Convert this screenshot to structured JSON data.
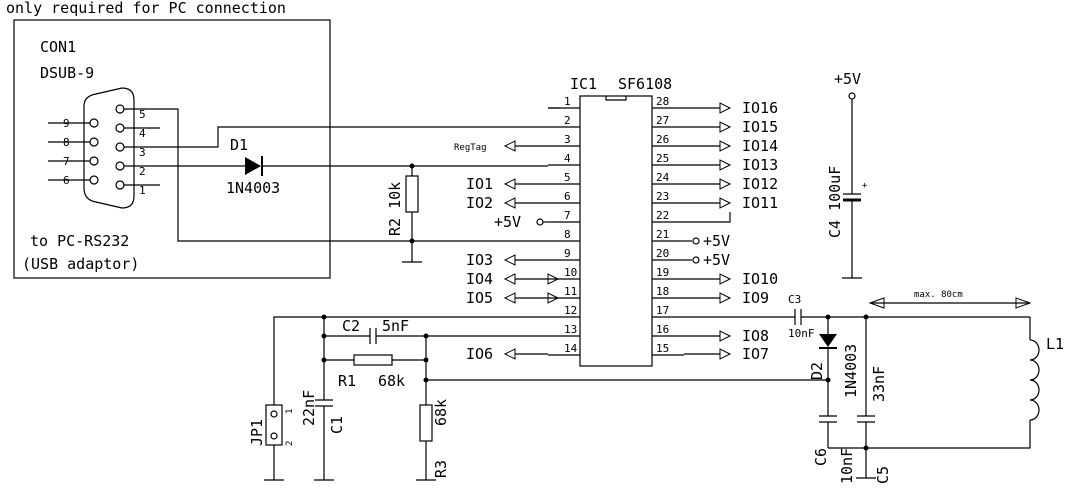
{
  "header_note": "only required for PC connection",
  "con1": {
    "ref": "CON1",
    "type": "DSUB-9",
    "pins_right": [
      "5",
      "4",
      "3",
      "2",
      "1"
    ],
    "pins_left": [
      "9",
      "8",
      "7",
      "6"
    ],
    "note_line1": "to PC-RS232",
    "note_line2": "(USB adaptor)"
  },
  "ic1": {
    "ref": "IC1",
    "part": "SF6108",
    "left_pins": [
      "1",
      "2",
      "3",
      "4",
      "5",
      "6",
      "7",
      "8",
      "9",
      "10",
      "11",
      "12",
      "13",
      "14"
    ],
    "right_pins": [
      "28",
      "27",
      "26",
      "25",
      "24",
      "23",
      "22",
      "21",
      "20",
      "19",
      "18",
      "17",
      "16",
      "15"
    ]
  },
  "signals": {
    "io16": "IO16",
    "io15": "IO15",
    "io14": "IO14",
    "io13": "IO13",
    "io12": "IO12",
    "io11": "IO11",
    "io10": "IO10",
    "io9": "IO9",
    "io8": "IO8",
    "io7": "IO7",
    "io1": "IO1",
    "io2": "IO2",
    "io3": "IO3",
    "io4": "IO4",
    "io5": "IO5",
    "io6": "IO6",
    "regtag": "RegTag",
    "vcc": "+5V"
  },
  "parts": {
    "d1_ref": "D1",
    "d1_val": "1N4003",
    "r2": "R2 10k",
    "c4": "C4 100uF",
    "c2_ref": "C2",
    "c2_val": "5nF",
    "r1_ref": "R1",
    "r1_val": "68k",
    "c1_val": "22nF",
    "c1_ref": "C1",
    "r3_val": "68k",
    "r3_ref": "R3",
    "jp1": "JP1",
    "jp1_pin1": "1",
    "jp1_pin2": "2",
    "c3_ref": "C3",
    "c3_val": "10nF",
    "d2_ref": "D2",
    "d2_val": "1N4003",
    "c5_val": "33nF",
    "c5_ref": "C5",
    "c6_ref": "C6",
    "c6_val": "10nF",
    "l1": "L1",
    "max_len": "max. 80cm"
  }
}
